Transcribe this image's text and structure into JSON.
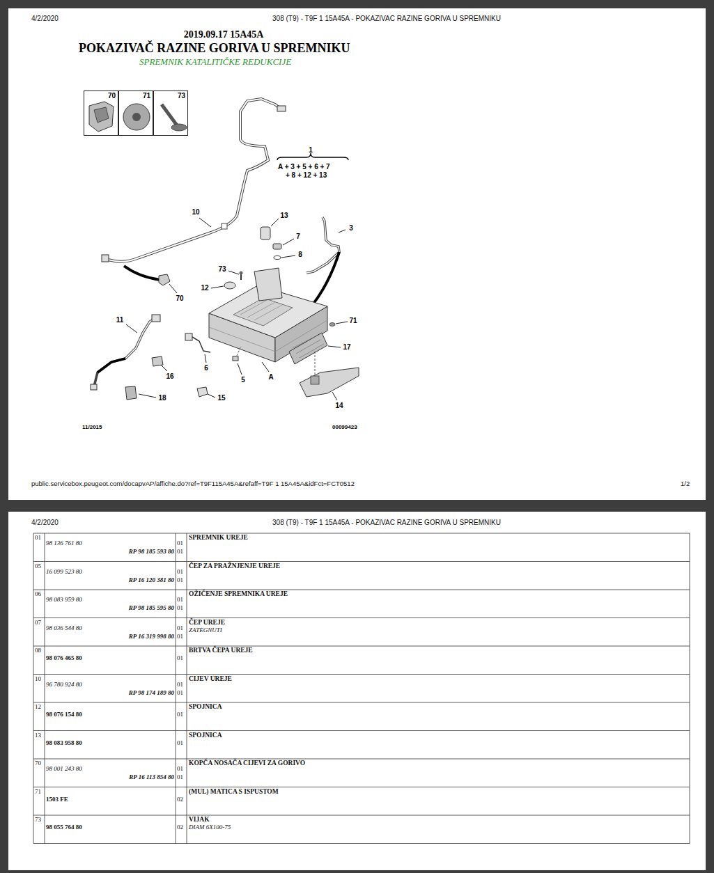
{
  "diagram": {
    "title": "POKAZIVAČ RAZINE GORIVA U SPREMNIKU",
    "nodes": [
      {
        "text": [
          "70"
        ]
      },
      {
        "text": [
          "71"
        ]
      },
      {
        "text": [
          "73"
        ]
      }
    ],
    "labels": [
      "4/2/2020",
      "308 (T9) - T9F 1 15A45A - POKAZIVAC RAZINE GORIVA U SPREMNIKU",
      "2019.09.17 15A45A",
      "SPREMNIK KATALITIČKE REDUKCIJE",
      "1",
      "A + 3 + 5 + 6 + 7",
      "+ 8 + 12 + 13",
      "10",
      "13",
      "7",
      "3",
      "8",
      "73",
      "12",
      "70",
      "71",
      "11",
      "17",
      "6",
      "16",
      "5",
      "A",
      "18",
      "15",
      "14",
      "11/2015",
      "00099423",
      "public.servicebox.peugeot.com/docapvAP/affiche.do?ref=T9F115A45A&refaff=T9F 1 15A45A&idFct=FCT0512",
      "1/2",
      "4/2/2020",
      "308 (T9) - T9F 1 15A45A - POKAZIVAC RAZINE GORIVA U SPREMNIKU",
      "01",
      "98 136 761 80",
      "RP 98 185 593 80",
      "01",
      "01",
      "SPREMNIK UREJE",
      "05",
      "16 099 523 80",
      "RP 16 120 381 80",
      "01",
      "01",
      "ČEP ZA PRAŽNJENJE UREJE",
      "06",
      "98 083 959 80",
      "RP 98 185 595 80",
      "01",
      "01",
      "OŽIČENJE SPREMNIKA UREJE",
      "07",
      "98 036 544 80",
      "RP 16 319 998 80",
      "01",
      "01",
      "ČEP UREJE",
      "ZATEGNUTI",
      "08",
      "98 076 465 80",
      "01",
      "BRTVA ČEPA UREJE",
      "10",
      "96 780 924 80",
      "RP 98 174 189 80",
      "01",
      "01",
      "CIJEV UREJE",
      "12",
      "98 076 154 80",
      "01",
      "SPOJNICA",
      "13",
      "98 083 958 80",
      "01",
      "SPOJNICA",
      "70",
      "98 001 243 80",
      "RP 16 113 854 80",
      "01",
      "01",
      "KOPČA NOSAČA CIJEVI ZA GORIVO",
      "71",
      "1503 FE",
      "02",
      "(MUL) MATICA S ISPUSTOM",
      "73",
      "98 055 764 80",
      "02",
      "VIJAK",
      "DIAM 6X100-75"
    ]
  }
}
